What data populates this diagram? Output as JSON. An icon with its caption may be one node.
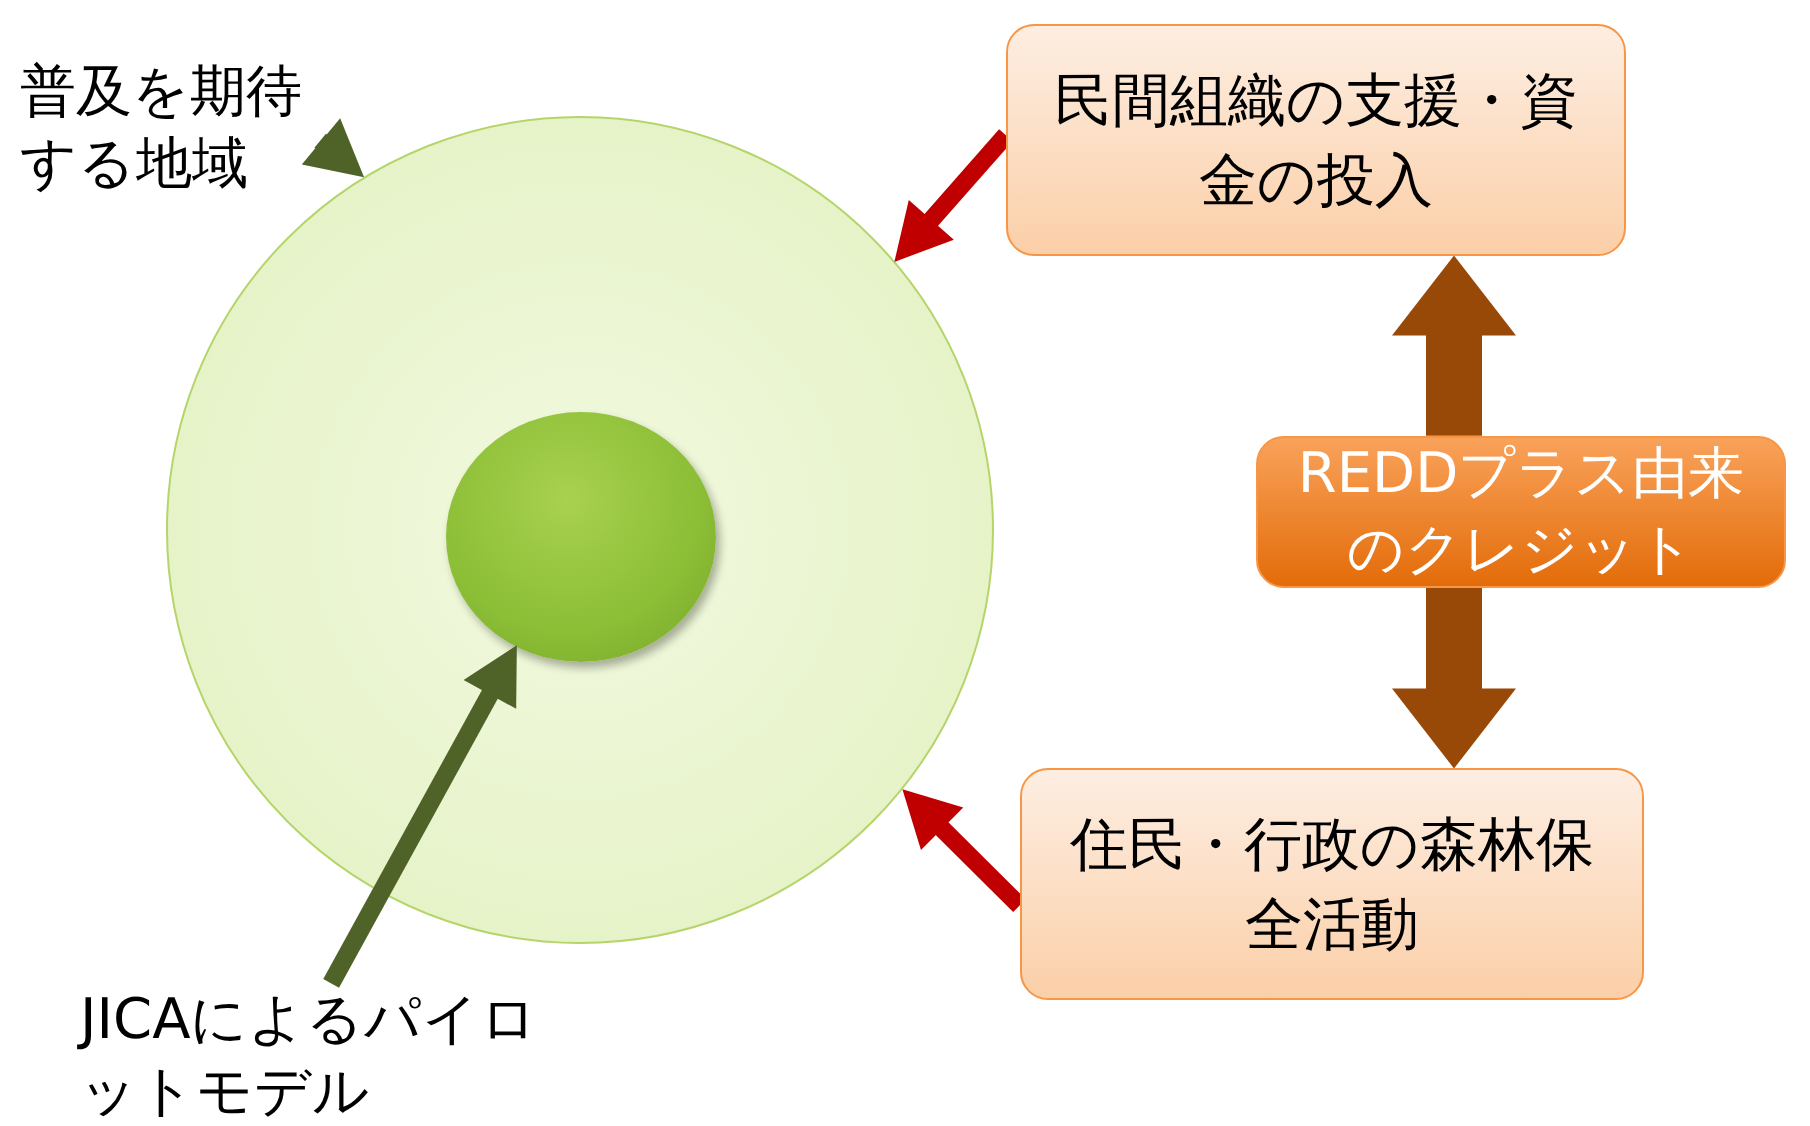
{
  "diagram": {
    "nodes": [
      {
        "text": [
          "普及を期待する地域"
        ]
      },
      {
        "text": [],
        "shape": "circle"
      },
      {
        "text": [],
        "shape": "circle",
        "in": 1
      },
      {
        "text": [
          "JICAによるパイロットモデル"
        ]
      },
      {
        "text": [
          "民間組織の支援・資金の投入"
        ]
      },
      {
        "text": [
          "REDDプラス由来のクレジット"
        ]
      },
      {
        "text": [
          "住民・行政の森林保全活動"
        ]
      }
    ],
    "edges": [
      {
        "from": 0,
        "to": 1,
        "arrow": "to",
        "color": "#4f6228"
      },
      {
        "from": 3,
        "to": 2,
        "arrow": "to",
        "color": "#4f6228"
      },
      {
        "from": 4,
        "to": 1,
        "arrow": "to",
        "color": "#c00000"
      },
      {
        "from": 6,
        "to": 1,
        "arrow": "to",
        "color": "#c00000"
      },
      {
        "from": 5,
        "to": 4,
        "arrow": "to",
        "style": "thick",
        "color": "#984807"
      },
      {
        "from": 5,
        "to": 6,
        "arrow": "to",
        "style": "thick",
        "color": "#984807"
      }
    ]
  }
}
